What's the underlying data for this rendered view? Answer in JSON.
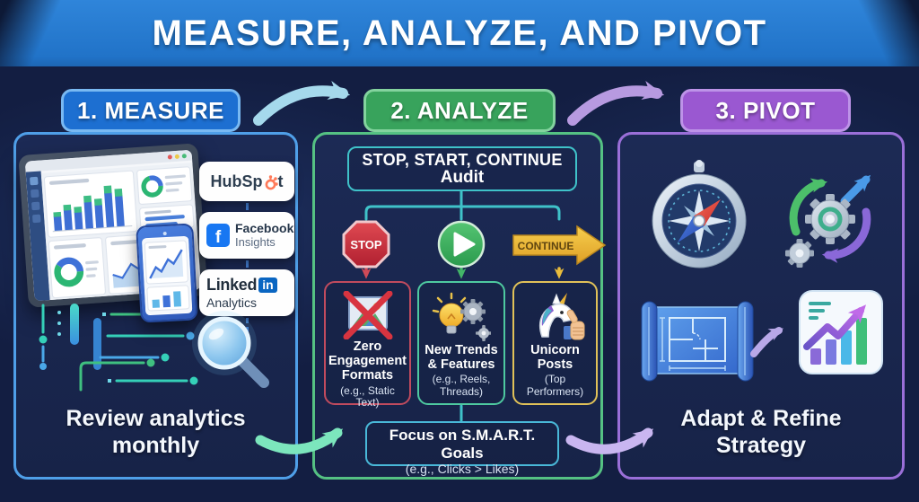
{
  "header": {
    "title": "MEASURE, ANALYZE, AND PIVOT"
  },
  "measure": {
    "badge": "1. MEASURE",
    "caption": "Review analytics monthly",
    "logos": {
      "hubspot": {
        "prefix": "HubSp",
        "suffix": "t"
      },
      "facebook": {
        "icon_letter": "f",
        "line1": "Facebook",
        "line2": "Insights"
      },
      "linkedin": {
        "brand": "Linked",
        "badge": "in",
        "line2": "Analytics"
      }
    }
  },
  "analyze": {
    "badge": "2. ANALYZE",
    "audit": {
      "line1": "STOP, START, CONTINUE",
      "line2": "Audit"
    },
    "stop_sign_label": "STOP",
    "continue_label": "CONTINUE",
    "boxes": [
      {
        "title": "Zero Engagement Formats",
        "subtitle": "(e.g., Static Text)"
      },
      {
        "title": "New Trends & Features",
        "subtitle": "(e.g., Reels, Threads)"
      },
      {
        "title": "Unicorn Posts",
        "subtitle": "(Top Performers)"
      }
    ],
    "goal": {
      "title": "Focus on S.M.A.R.T. Goals",
      "subtitle": "(e.g., Clicks > Likes)"
    }
  },
  "pivot": {
    "badge": "3. PIVOT",
    "caption": "Adapt & Refine Strategy"
  },
  "colors": {
    "header_bg": "#2579cf",
    "canvas_bg": "#131e42",
    "measure_accent": "#4f9fe8",
    "analyze_accent": "#55c183",
    "pivot_accent": "#9a6fd8",
    "teal_connector": "#3fc2c9",
    "stop_red": "#c9303f",
    "start_green": "#3cb35f",
    "continue_gold": "#efbe3a",
    "hubspot_orange": "#ff7a59",
    "facebook_blue": "#1877f2",
    "linkedin_blue": "#0a66c2"
  }
}
